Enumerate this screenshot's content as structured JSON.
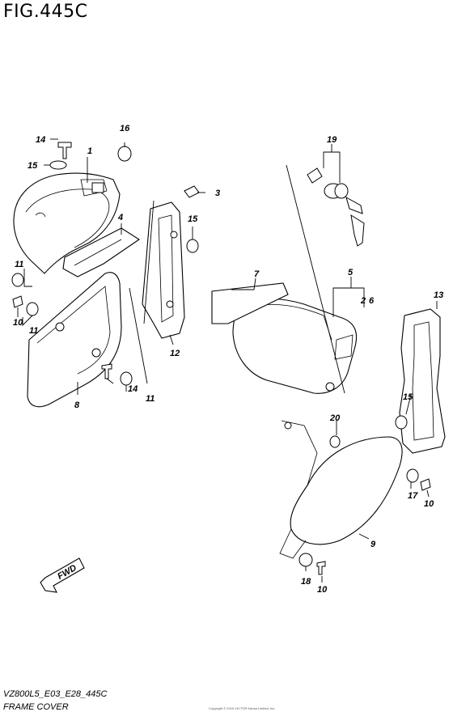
{
  "figure": {
    "title": "FIG.445C",
    "code": "VZ800L5_E03_E28_445C",
    "name": "FRAME COVER",
    "copyright": "Copyright © 2015 VICTOR Kansa Limited, Inc.",
    "fwd_label": "FWD"
  },
  "callouts": {
    "c1": "1",
    "c2": "2",
    "c3": "3",
    "c4": "4",
    "c5": "5",
    "c6": "6",
    "c7": "7",
    "c8": "8",
    "c9": "9",
    "c10a": "10",
    "c10b": "10",
    "c10c": "10",
    "c11a": "11",
    "c11b": "11",
    "c11c": "11",
    "c12": "12",
    "c13": "13",
    "c14a": "14",
    "c14b": "14",
    "c15a": "15",
    "c15b": "15",
    "c15c": "15",
    "c16": "16",
    "c17": "17",
    "c18": "18",
    "c19": "19",
    "c20": "20"
  }
}
